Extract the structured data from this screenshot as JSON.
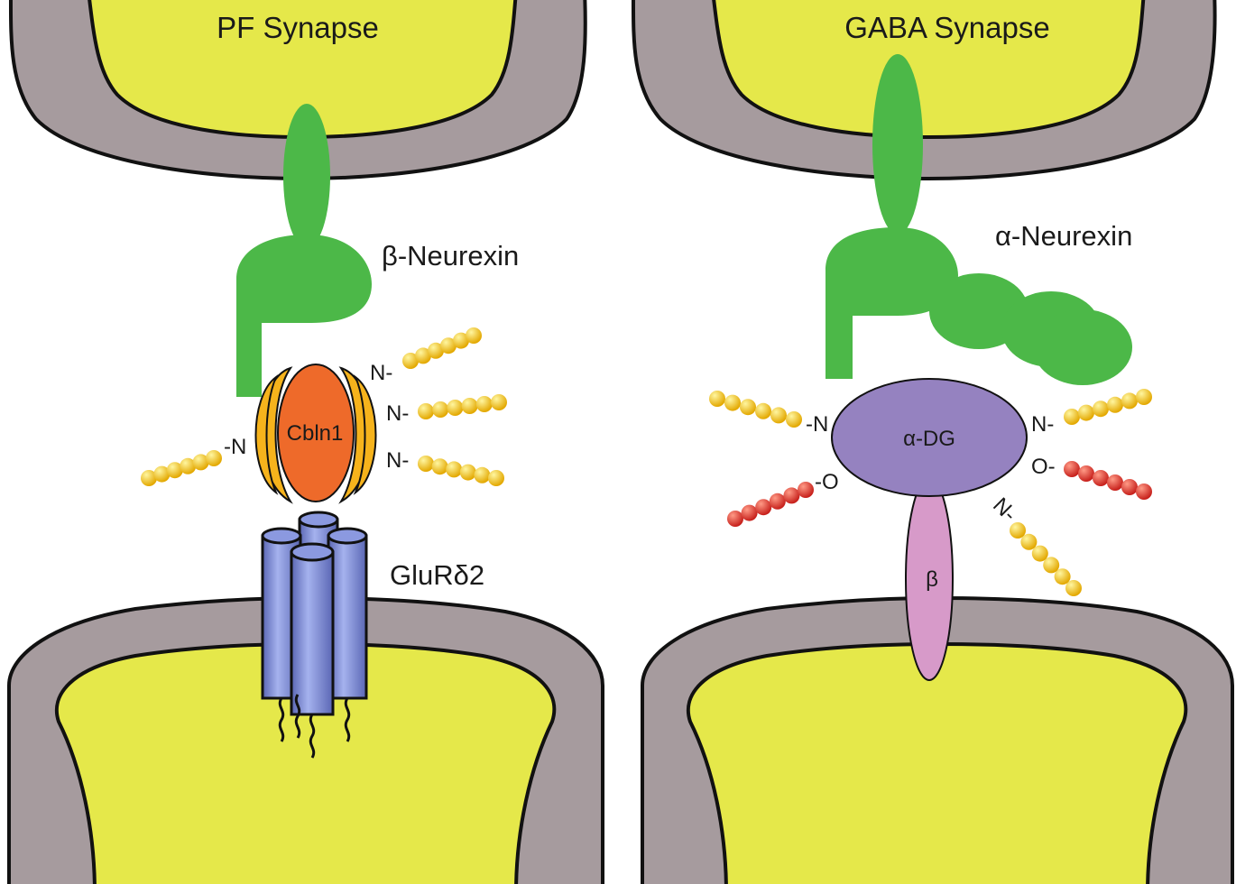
{
  "colors": {
    "membrane": "#a69b9e",
    "cytoplasm": "#e5e84a",
    "neurexin": "#4cb848",
    "cbln1": "#ee6a2a",
    "cbln1_shell": "#f6b31c",
    "glurd2": "#7f8fd6",
    "alpha_dg": "#9582c0",
    "beta_dg": "#d79ac9",
    "n_glycan": "#f4d12a",
    "o_glycan": "#e8403d",
    "outline": "#111111"
  },
  "panels": [
    {
      "id": "pf",
      "title": "PF Synapse",
      "neurexin_label": "β-Neurexin",
      "ligand_label": "Cbln1",
      "receptor_label": "GluRδ2",
      "linkages": [
        "N-",
        "N-",
        "N-",
        "-N"
      ]
    },
    {
      "id": "gaba",
      "title": "GABA Synapse",
      "neurexin_label": "α-Neurexin",
      "ligand_label": "α-DG",
      "beta_label": "β",
      "linkages": [
        "-N",
        "-O",
        "N-",
        "O-",
        "N-"
      ]
    }
  ]
}
